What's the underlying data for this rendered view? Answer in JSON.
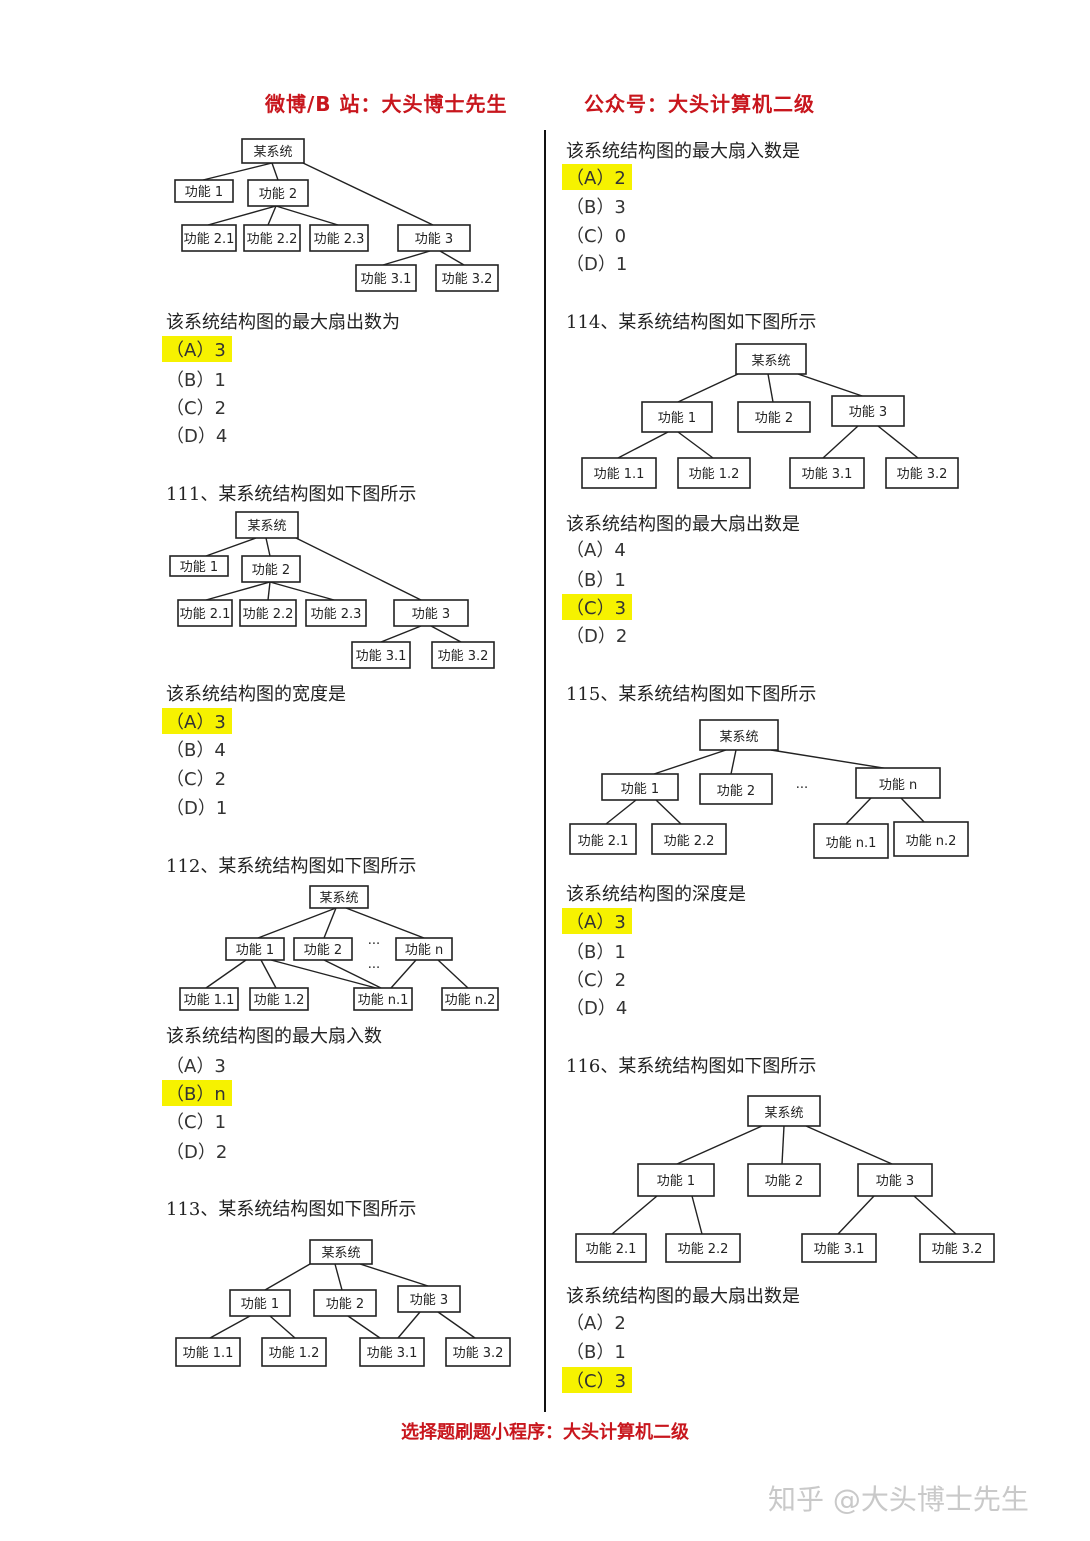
{
  "header": {
    "left": "微博/B 站：大头博士先生",
    "right": "公众号：大头计算机二级"
  },
  "footer": "选择题刷题小程序：大头计算机二级",
  "watermark": "知乎 @大头博士先生",
  "left_column": {
    "q110": {
      "question": "该系统结构图的最大扇出数为",
      "options": [
        "（A）3",
        "（B）1",
        "（C）2",
        "（D）4"
      ]
    },
    "q111": {
      "title": "111、某系统结构图如下图所示",
      "question": "该系统结构图的宽度是",
      "options": [
        "（A）3",
        "（B）4",
        "（C）2",
        "（D）1"
      ]
    },
    "q112": {
      "title": "112、某系统结构图如下图所示",
      "question": "该系统结构图的最大扇入数",
      "options": [
        "（A）3",
        "（B）n",
        "（C）1",
        "（D）2"
      ]
    },
    "q113": {
      "title": "113、某系统结构图如下图所示"
    }
  },
  "right_column": {
    "q113": {
      "question": "该系统结构图的最大扇入数是",
      "options": [
        "（A）2",
        "（B）3",
        "（C）0",
        "（D）1"
      ]
    },
    "q114": {
      "title": "114、某系统结构图如下图所示",
      "question": "该系统结构图的最大扇出数是",
      "options": [
        "（A）4",
        "（B）1",
        "（C）3",
        "（D）2"
      ]
    },
    "q115": {
      "title": "115、某系统结构图如下图所示",
      "question": "该系统结构图的深度是",
      "options": [
        "（A）3",
        "（B）1",
        "（C）2",
        "（D）4"
      ]
    },
    "q116": {
      "title": "116、某系统结构图如下图所示",
      "question": "该系统结构图的最大扇出数是",
      "options": [
        "（A）2",
        "（B）1",
        "（C）3"
      ]
    }
  },
  "diagram_labels": {
    "root": "某系统",
    "f1": "功能 1",
    "f2": "功能 2",
    "f3": "功能 3",
    "fn": "功能 n",
    "f11": "功能 1.1",
    "f12": "功能 1.2",
    "f21": "功能 2.1",
    "f22": "功能 2.2",
    "f23": "功能 2.3",
    "f31": "功能 3.1",
    "f32": "功能 3.2",
    "fn1": "功能 n.1",
    "fn2": "功能 n.2",
    "dots": "···"
  }
}
